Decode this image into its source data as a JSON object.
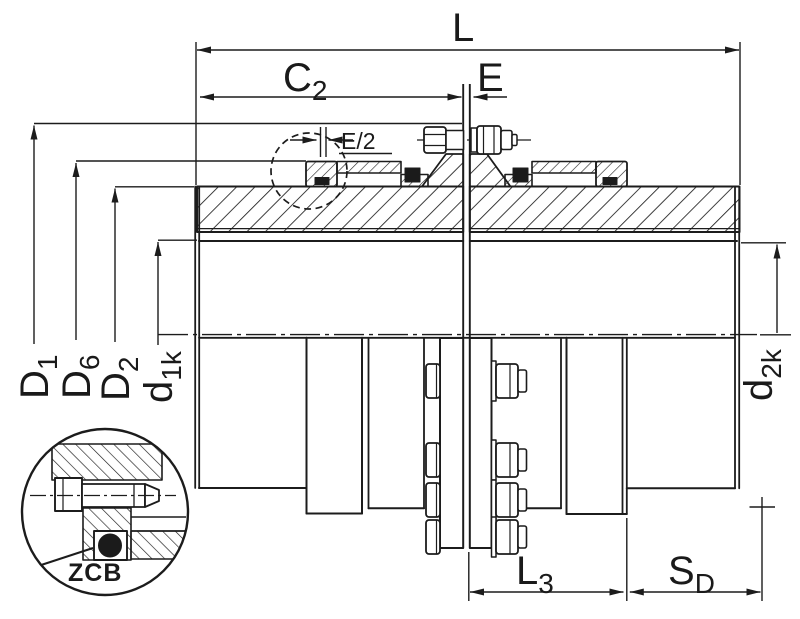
{
  "drawing": {
    "background": "#ffffff",
    "line_color": "#1c1c1c",
    "dimensions": {
      "overall_length": {
        "main": "L",
        "sub": ""
      },
      "c2": {
        "main": "C",
        "sub": "2"
      },
      "e": {
        "main": "E",
        "sub": ""
      },
      "e_half": {
        "main": "E/2",
        "sub": ""
      },
      "d1_outer": {
        "main": "D",
        "sub": "1"
      },
      "d6": {
        "main": "D",
        "sub": "6"
      },
      "d2": {
        "main": "D",
        "sub": "2"
      },
      "d1k_hub": {
        "main": "d",
        "sub": "1k"
      },
      "d2k_hub": {
        "main": "d",
        "sub": "2k"
      },
      "l3": {
        "main": "L",
        "sub": "3"
      },
      "sd": {
        "main": "S",
        "sub": "D"
      }
    },
    "detail_view": {
      "label": "ZCB"
    }
  }
}
